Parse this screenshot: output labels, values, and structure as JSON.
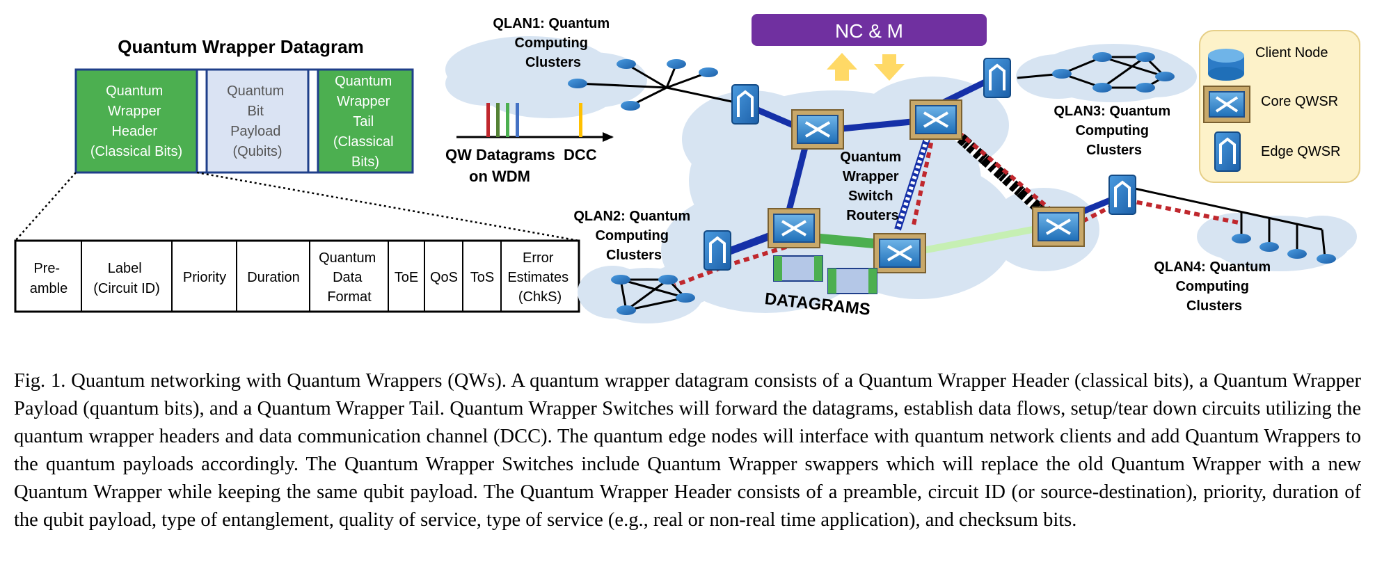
{
  "datagram": {
    "title": "Quantum Wrapper Datagram",
    "header": [
      "Quantum",
      "Wrapper",
      "Header",
      "(Classical Bits)"
    ],
    "payload": [
      "Quantum",
      "Bit",
      "Payload",
      "(Qubits)"
    ],
    "tail": [
      "Quantum",
      "Wrapper",
      "Tail",
      "(Classical",
      "Bits)"
    ]
  },
  "header_fields": [
    [
      "Pre-",
      "amble"
    ],
    [
      "Label",
      "(Circuit ID)"
    ],
    [
      "Priority"
    ],
    [
      "Duration"
    ],
    [
      "Quantum",
      "Data",
      "Format"
    ],
    [
      "ToE"
    ],
    [
      "QoS"
    ],
    [
      "ToS"
    ],
    [
      "Error",
      "Estimates",
      "(ChkS)"
    ]
  ],
  "network": {
    "ncm_label": "NC & M",
    "qlan1": [
      "QLAN1: Quantum",
      "Computing",
      "Clusters"
    ],
    "qlan2": [
      "QLAN2: Quantum",
      "Computing",
      "Clusters"
    ],
    "qlan3": [
      "QLAN3: Quantum",
      "Computing",
      "Clusters"
    ],
    "qlan4": [
      "QLAN4: Quantum",
      "Computing",
      "Clusters"
    ],
    "wdm_label": [
      "QW Datagrams",
      "on WDM"
    ],
    "dcc_label": "DCC",
    "switch_label": [
      "Quantum",
      "Wrapper",
      "Switch",
      "Routers"
    ],
    "datagrams_label": "DATAGRAMS"
  },
  "legend": {
    "client": "Client Node",
    "core": "Core QWSR",
    "edge": "Edge QWSR"
  },
  "caption": "Fig. 1.  Quantum networking with Quantum Wrappers (QWs). A quantum wrapper datagram consists of a Quantum Wrapper Header (classical bits), a Quantum Wrapper Payload (quantum bits), and a Quantum Wrapper Tail. Quantum Wrapper Switches will forward the datagrams, establish data flows, setup/tear down circuits utilizing the quantum wrapper headers and data communication channel (DCC). The quantum edge nodes will interface with quantum network clients and add Quantum Wrappers to the quantum payloads accordingly. The Quantum Wrapper Switches include Quantum Wrapper swappers which will replace the old Quantum Wrapper with a new Quantum Wrapper while keeping the same qubit payload. The Quantum Wrapper Header consists of a preamble, circuit ID (or source-destination), priority, duration of the qubit payload, type of entanglement, quality of service, type of service (e.g., real or non-real time application), and checksum bits.",
  "colors": {
    "green": "#4caf50",
    "payload": "#dae3f3",
    "purple": "#7030a0",
    "link_blue": "#1530a8",
    "dashed_red": "#c0272d",
    "cloud": "#d7e4f2",
    "legend_bg": "#fdf2c9",
    "arrow_yellow": "#ffd966",
    "light_green": "#c6efb3"
  }
}
